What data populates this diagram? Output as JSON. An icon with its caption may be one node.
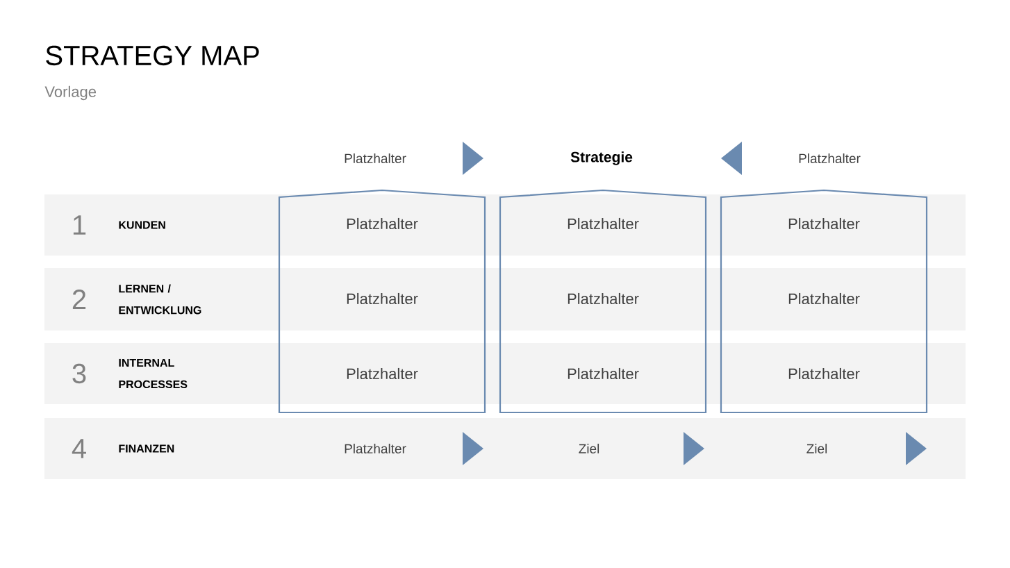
{
  "diagram": {
    "title": "STRATEGY MAP",
    "caption": "Vorlage",
    "nodes": [
      {
        "text": [
          "1",
          "KUNDEN"
        ]
      },
      {
        "text": [
          "2",
          "LERNEN / ENTWICKLUNG"
        ]
      },
      {
        "text": [
          "3",
          "INTERNAL PROCESSES"
        ]
      },
      {
        "text": [
          "4",
          "FINANZEN",
          "Platzhalter",
          "Ziel",
          "Ziel"
        ]
      },
      {
        "text": [
          "Platzhalter",
          "Platzhalter",
          "Platzhalter"
        ]
      },
      {
        "text": [
          "Platzhalter",
          "Platzhalter",
          "Platzhalter"
        ]
      },
      {
        "text": [
          "Platzhalter",
          "Platzhalter",
          "Platzhalter"
        ]
      }
    ],
    "edges": [],
    "labels": [
      "Platzhalter",
      "Strategie",
      "Platzhalter"
    ]
  }
}
